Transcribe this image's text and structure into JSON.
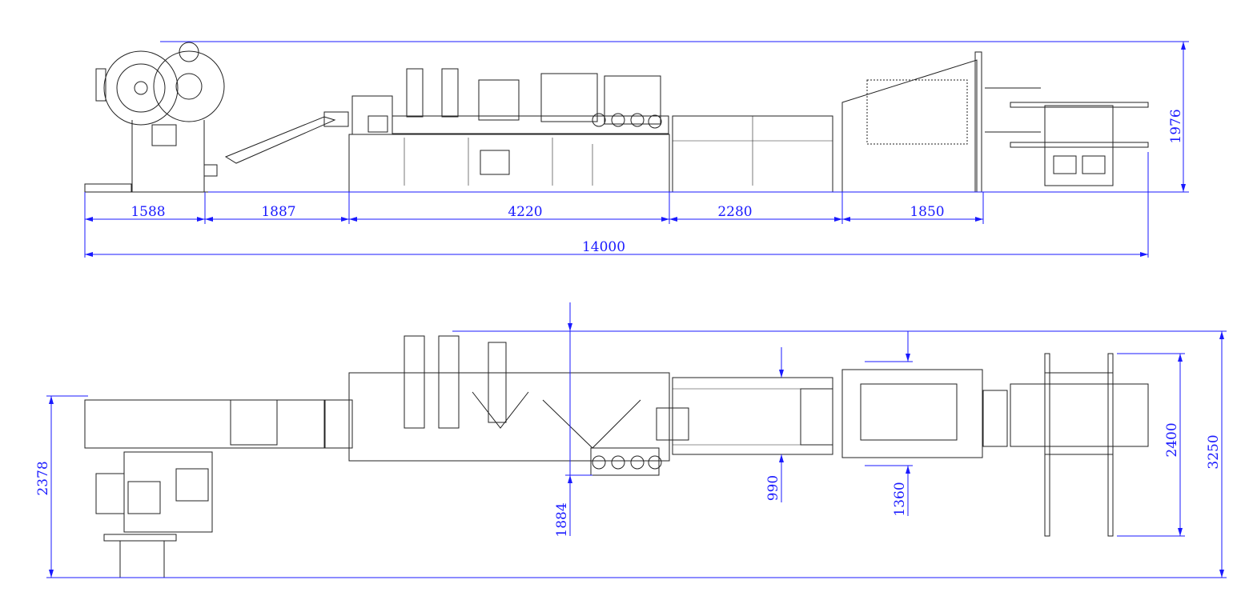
{
  "side_view": {
    "dimensions": {
      "decoiler": "1588",
      "feeder": "1887",
      "forming_section": "4220",
      "conveyor": "2280",
      "stacker": "1850",
      "overall_length": "14000",
      "overall_height": "1976"
    }
  },
  "top_view": {
    "dimensions": {
      "decoiler_width": "2378",
      "offset_a": "1884",
      "conveyor_width": "990",
      "stacker_width": "1360",
      "table_width": "2400",
      "overall_width": "3250"
    }
  },
  "colors": {
    "dimension": "#1a1aff",
    "outline": "#222222"
  }
}
